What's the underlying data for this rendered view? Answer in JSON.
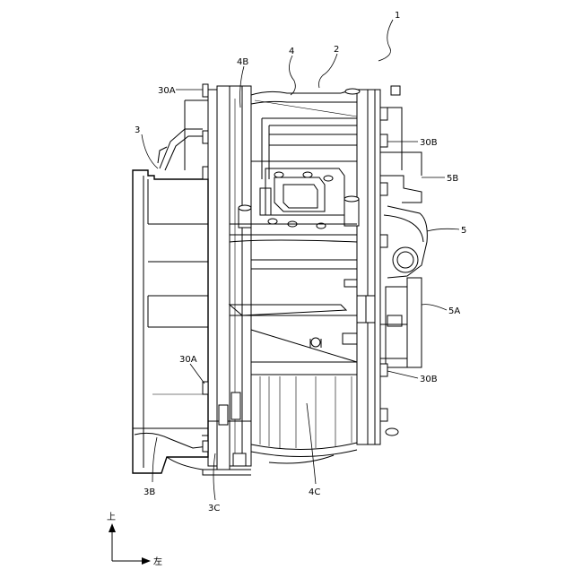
{
  "labels": {
    "assembly": "1",
    "part_2": "2",
    "part_3": "3",
    "part_4": "4",
    "part_4B": "4B",
    "part_4C": "4C",
    "part_3B": "3B",
    "part_3C": "3C",
    "part_5": "5",
    "part_5A": "5A",
    "part_5B": "5B",
    "bolt_30A_top": "30A",
    "bolt_30A_mid": "30A",
    "bolt_30B_top": "30B",
    "bolt_30B_bottom": "30B"
  },
  "orientation": {
    "up_label": "上",
    "left_label": "左"
  }
}
